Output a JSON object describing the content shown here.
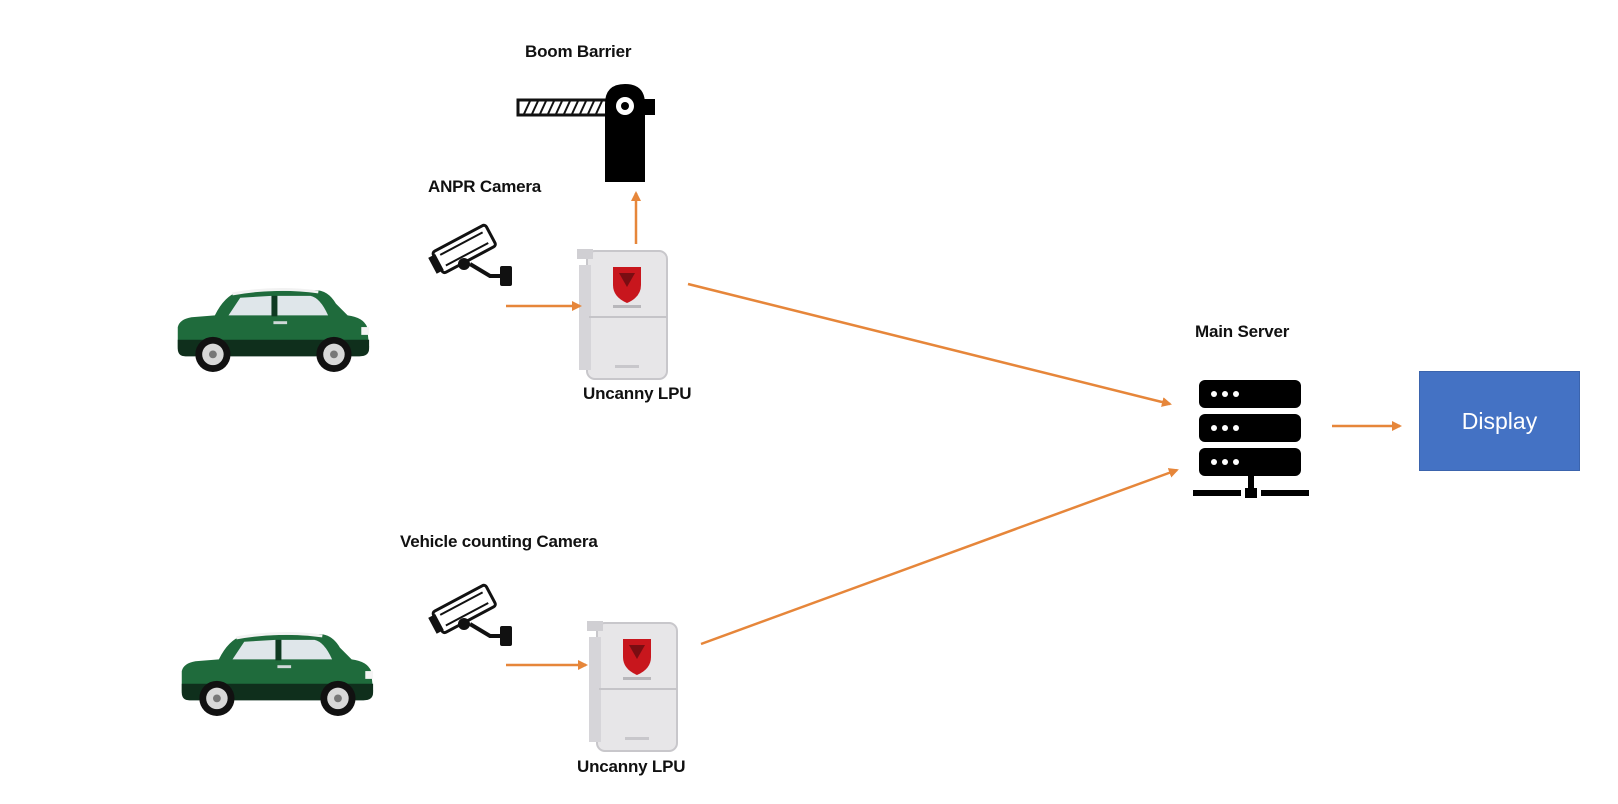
{
  "labels": {
    "boom_barrier": "Boom Barrier",
    "anpr_camera": "ANPR Camera",
    "lpu_top": "Uncanny LPU",
    "main_server": "Main Server",
    "vehicle_counting_camera": "Vehicle counting Camera",
    "lpu_bottom": "Uncanny LPU",
    "display": "Display"
  },
  "colors": {
    "arrow": "#e6863a",
    "car_body": "#1f6b3c",
    "display_fill": "#4472c4",
    "server": "#000000",
    "lpu_logo": "#c8161d"
  },
  "icons": [
    "car-icon",
    "security-camera-icon",
    "lpu-device-icon",
    "boom-barrier-icon",
    "server-rack-icon"
  ]
}
